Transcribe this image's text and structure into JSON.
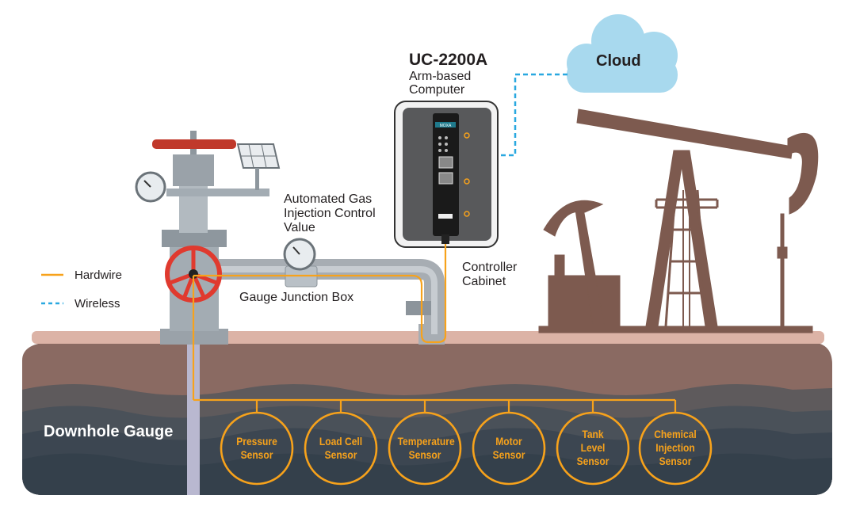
{
  "colors": {
    "hardwire": "#f7a21b",
    "wireless": "#29a8e0",
    "ground": "#8c6a62",
    "deep_layer": "#3a4550",
    "cloud": "#a8d9ee",
    "pumpjack": "#7d5a4f",
    "valve_wheel": "#e03a2f"
  },
  "computer": {
    "model": "UC-2200A",
    "line1": "Arm-based",
    "line2": "Computer",
    "badge": "MOXA"
  },
  "cloud": {
    "label": "Cloud"
  },
  "labels": {
    "gas_valve": [
      "Automated Gas",
      "Injection Control",
      "Value"
    ],
    "cabinet": [
      "Controller",
      "Cabinet"
    ],
    "junction": "Gauge Junction Box",
    "downhole": "Downhole Gauge"
  },
  "legend": {
    "hardwire": "Hardwire",
    "wireless": "Wireless"
  },
  "sensors": [
    {
      "line1": "Pressure",
      "line2": "Sensor",
      "line3": ""
    },
    {
      "line1": "Load Cell",
      "line2": "Sensor",
      "line3": ""
    },
    {
      "line1": "Temperature",
      "line2": "Sensor",
      "line3": ""
    },
    {
      "line1": "Motor",
      "line2": "Sensor",
      "line3": ""
    },
    {
      "line1": "Tank",
      "line2": "Level",
      "line3": "Sensor"
    },
    {
      "line1": "Chemical",
      "line2": "Injection",
      "line3": "Sensor"
    }
  ]
}
